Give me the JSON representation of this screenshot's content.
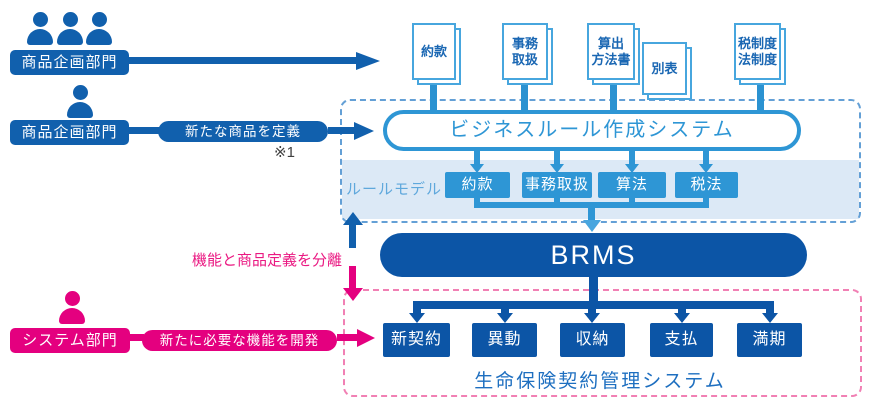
{
  "palette": {
    "dark_blue": "#1160ad",
    "darkest_blue": "#0c55a6",
    "medium_blue": "#2e96d5",
    "light_band_blue": "#dce9f6",
    "document_border_blue": "#47a6de",
    "pink": "#e4007f"
  },
  "actors": {
    "planning_group": "商品企画部門",
    "planning_single": "商品企画部門",
    "system_dept": "システム部門"
  },
  "flows": {
    "define_product": "新たな商品を定義",
    "define_note": "※1",
    "develop_function": "新たに必要な機能を開発",
    "separation": "機能と商品定義を分離"
  },
  "documents": [
    {
      "name": "約款",
      "line1": "約款"
    },
    {
      "name": "事務取扱",
      "line1": "事務",
      "line2": "取扱"
    },
    {
      "name": "算出方法書",
      "line1": "算出",
      "line2": "方法書"
    },
    {
      "name": "別表",
      "line1": "別表"
    },
    {
      "name": "税制度法制度",
      "line1": "税制度",
      "line2": "法制度"
    }
  ],
  "rule_system": {
    "title": "ビジネスルール作成システム",
    "band_label": "ルールモデル",
    "models": [
      "約款",
      "事務取扱",
      "算法",
      "税法"
    ]
  },
  "brms": "BRMS",
  "admin_system": {
    "title": "生命保険契約管理システム",
    "functions": [
      "新契約",
      "異動",
      "収納",
      "支払",
      "満期"
    ]
  }
}
